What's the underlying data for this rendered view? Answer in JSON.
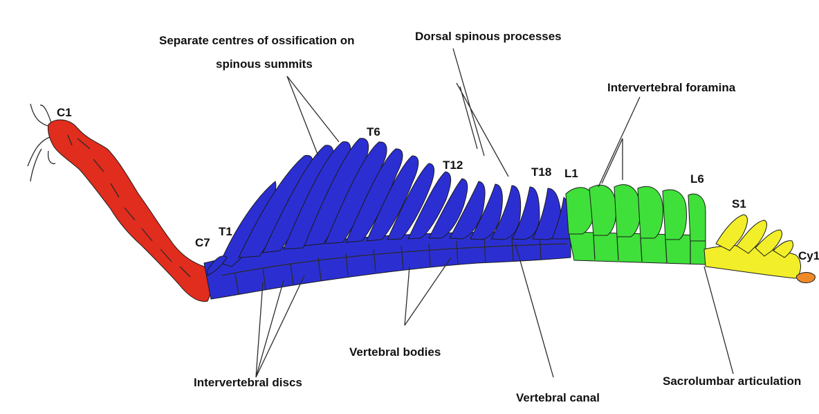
{
  "colors": {
    "cervical": "#e02d1e",
    "thoracic": "#2b2fd2",
    "lumbar": "#3fe03a",
    "sacral": "#f2ef2a",
    "coccygeal": "#f08a28"
  },
  "segments": {
    "c1": "C1",
    "c7": "C7",
    "t1": "T1",
    "t6": "T6",
    "t12": "T12",
    "t18": "T18",
    "l1": "L1",
    "l6": "L6",
    "s1": "S1",
    "cy1": "Cy1"
  },
  "labels": {
    "ossification_line1": "Separate centres of ossification on",
    "ossification_line2": "spinous summits",
    "dorsal_spinous": "Dorsal spinous processes",
    "intervertebral_foramina": "Intervertebral foramina",
    "intervertebral_discs": "Intervertebral discs",
    "vertebral_bodies": "Vertebral bodies",
    "vertebral_canal": "Vertebral canal",
    "sacrolumbar": "Sacrolumbar articulation"
  }
}
